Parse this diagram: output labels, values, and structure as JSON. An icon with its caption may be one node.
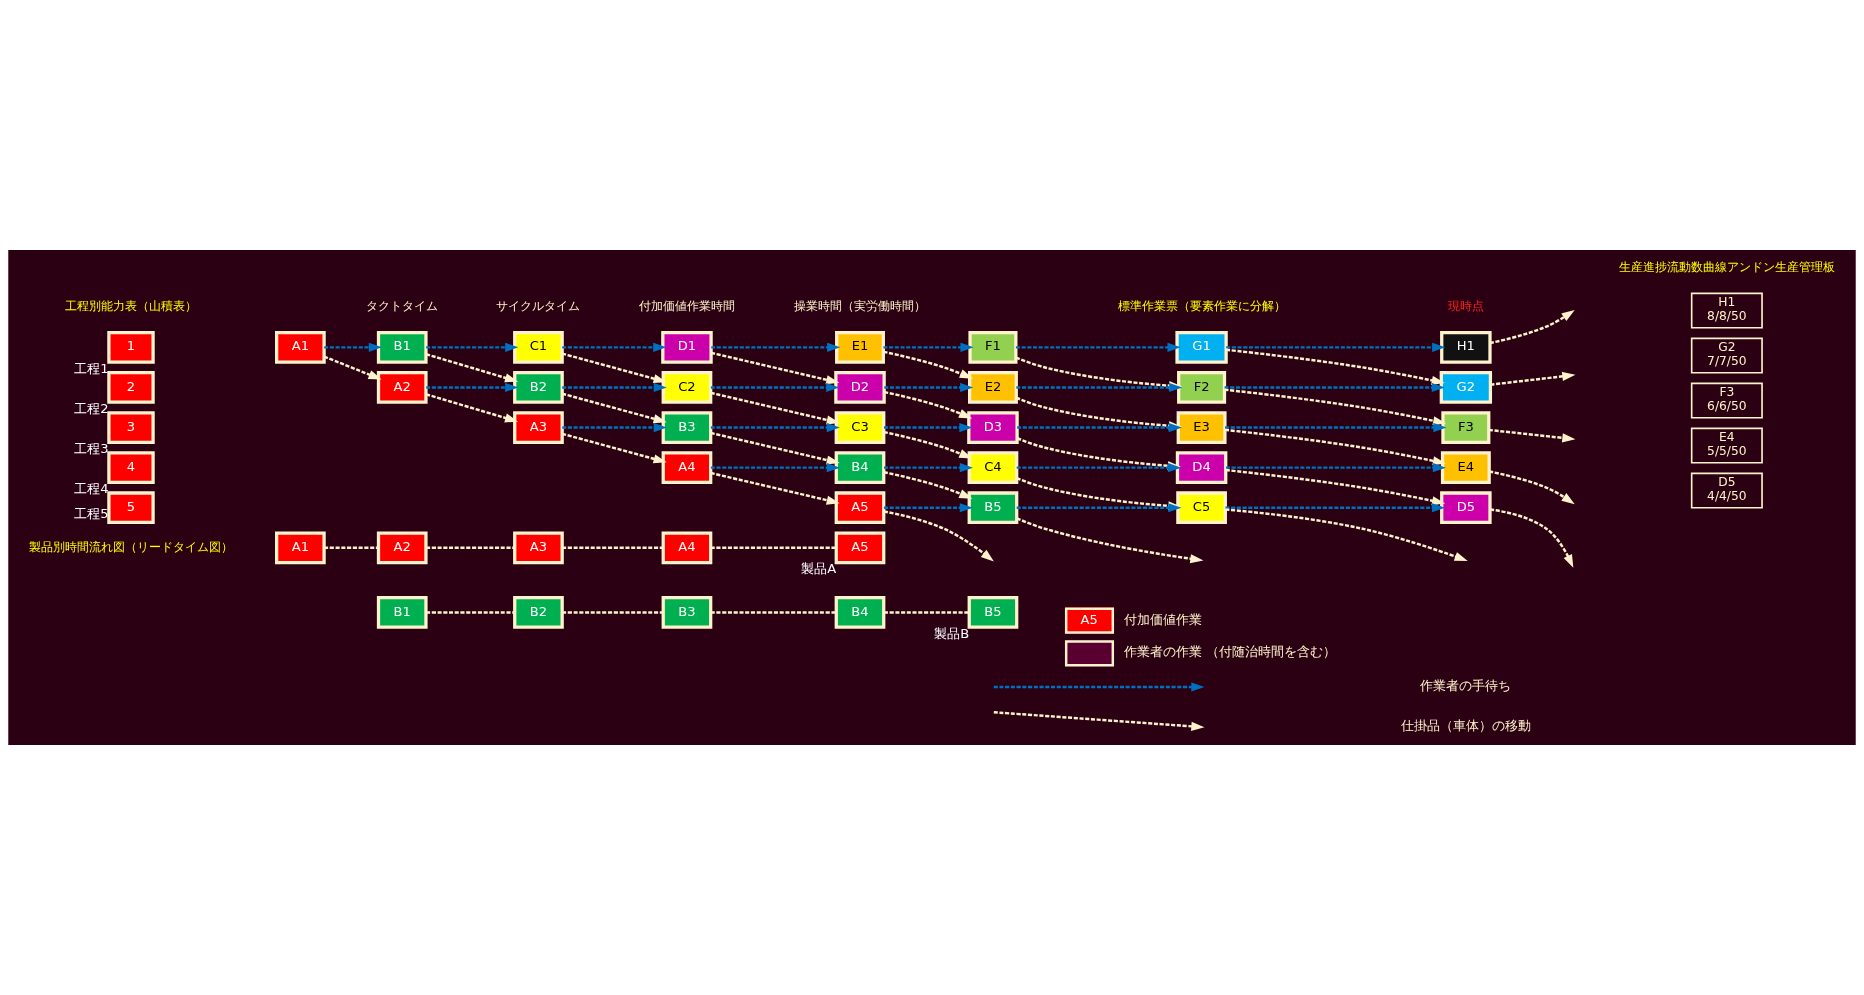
{
  "diagram": {
    "nodes": [
      {
        "text": [
          "A1"
        ]
      },
      {
        "text": [
          "B1"
        ]
      },
      {
        "text": [
          "C1"
        ]
      },
      {
        "text": [
          "D1"
        ]
      },
      {
        "text": [
          "E1"
        ]
      },
      {
        "text": [
          "F1"
        ]
      },
      {
        "text": [
          "G1"
        ]
      },
      {
        "text": [
          "H1"
        ]
      },
      {
        "text": [
          "A2"
        ]
      },
      {
        "text": [
          "B2"
        ]
      },
      {
        "text": [
          "C2"
        ]
      },
      {
        "text": [
          "D2"
        ]
      },
      {
        "text": [
          "E2"
        ]
      },
      {
        "text": [
          "F2"
        ]
      },
      {
        "text": [
          "G2"
        ]
      },
      {
        "text": [
          "A3"
        ]
      },
      {
        "text": [
          "B3"
        ]
      },
      {
        "text": [
          "C3"
        ]
      },
      {
        "text": [
          "D3"
        ]
      },
      {
        "text": [
          "E3"
        ]
      },
      {
        "text": [
          "F3"
        ]
      },
      {
        "text": [
          "A4"
        ]
      },
      {
        "text": [
          "B4"
        ]
      },
      {
        "text": [
          "C4"
        ]
      },
      {
        "text": [
          "D4"
        ]
      },
      {
        "text": [
          "E4"
        ]
      },
      {
        "text": [
          "A5"
        ]
      },
      {
        "text": [
          "B5"
        ]
      },
      {
        "text": [
          "C5"
        ]
      },
      {
        "text": [
          "D5"
        ]
      },
      {
        "text": [
          "1"
        ],
        "beside": [
          "工程1"
        ]
      },
      {
        "text": [
          "2"
        ],
        "beside": [
          "工程2"
        ]
      },
      {
        "text": [
          "3"
        ],
        "beside": [
          "工程3"
        ]
      },
      {
        "text": [
          "4"
        ],
        "beside": [
          "工程4"
        ]
      },
      {
        "text": [
          "5"
        ],
        "beside": [
          "工程5"
        ]
      },
      {
        "text": [
          "A1"
        ]
      },
      {
        "text": [
          "A2"
        ]
      },
      {
        "text": [
          "A3"
        ]
      },
      {
        "text": [
          "A4"
        ]
      },
      {
        "text": [
          "A5"
        ],
        "beside": [
          "製品A"
        ]
      },
      {
        "text": [
          "B1"
        ]
      },
      {
        "text": [
          "B2"
        ]
      },
      {
        "text": [
          "B3"
        ]
      },
      {
        "text": [
          "B4"
        ]
      },
      {
        "text": [
          "B5"
        ],
        "beside": [
          "製品B"
        ]
      }
    ],
    "edges": [
      {
        "from": 0,
        "to": 1,
        "arrow": "to",
        "style": "dashed",
        "color": "#0070c0"
      },
      {
        "from": 1,
        "to": 2,
        "arrow": "to",
        "style": "dashed",
        "color": "#0070c0"
      },
      {
        "from": 2,
        "to": 3,
        "arrow": "to",
        "style": "dashed",
        "color": "#0070c0"
      },
      {
        "from": 3,
        "to": 4,
        "arrow": "to",
        "style": "dashed",
        "color": "#0070c0"
      },
      {
        "from": 4,
        "to": 5,
        "arrow": "to",
        "style": "dashed",
        "color": "#0070c0"
      },
      {
        "from": 5,
        "to": 6,
        "arrow": "to",
        "style": "dashed",
        "color": "#0070c0"
      },
      {
        "from": 6,
        "to": 7,
        "arrow": "to",
        "style": "dashed",
        "color": "#0070c0"
      },
      {
        "from": 8,
        "to": 9,
        "arrow": "to",
        "style": "dashed",
        "color": "#0070c0"
      },
      {
        "from": 9,
        "to": 10,
        "arrow": "to",
        "style": "dashed",
        "color": "#0070c0"
      },
      {
        "from": 10,
        "to": 11,
        "arrow": "to",
        "style": "dashed",
        "color": "#0070c0"
      },
      {
        "from": 11,
        "to": 12,
        "arrow": "to",
        "style": "dashed",
        "color": "#0070c0"
      },
      {
        "from": 12,
        "to": 13,
        "arrow": "to",
        "style": "dashed",
        "color": "#0070c0"
      },
      {
        "from": 13,
        "to": 14,
        "arrow": "to",
        "style": "dashed",
        "color": "#0070c0"
      },
      {
        "from": 15,
        "to": 16,
        "arrow": "to",
        "style": "dashed",
        "color": "#0070c0"
      },
      {
        "from": 16,
        "to": 17,
        "arrow": "to",
        "style": "dashed",
        "color": "#0070c0"
      },
      {
        "from": 17,
        "to": 18,
        "arrow": "to",
        "style": "dashed",
        "color": "#0070c0"
      },
      {
        "from": 18,
        "to": 19,
        "arrow": "to",
        "style": "dashed",
        "color": "#0070c0"
      },
      {
        "from": 19,
        "to": 20,
        "arrow": "to",
        "style": "dashed",
        "color": "#0070c0"
      },
      {
        "from": 21,
        "to": 22,
        "arrow": "to",
        "style": "dashed",
        "color": "#0070c0"
      },
      {
        "from": 22,
        "to": 23,
        "arrow": "to",
        "style": "dashed",
        "color": "#0070c0"
      },
      {
        "from": 23,
        "to": 24,
        "arrow": "to",
        "style": "dashed",
        "color": "#0070c0"
      },
      {
        "from": 24,
        "to": 25,
        "arrow": "to",
        "style": "dashed",
        "color": "#0070c0"
      },
      {
        "from": 26,
        "to": 27,
        "arrow": "to",
        "style": "dashed",
        "color": "#0070c0"
      },
      {
        "from": 27,
        "to": 28,
        "arrow": "to",
        "style": "dashed",
        "color": "#0070c0"
      },
      {
        "from": 28,
        "to": 29,
        "arrow": "to",
        "style": "dashed",
        "color": "#0070c0"
      },
      {
        "from": 0,
        "to": 8,
        "arrow": "to",
        "style": "dashed"
      },
      {
        "from": 1,
        "to": 9,
        "arrow": "to",
        "style": "dashed"
      },
      {
        "from": 2,
        "to": 10,
        "arrow": "to",
        "style": "dashed"
      },
      {
        "from": 3,
        "to": 11,
        "arrow": "to",
        "style": "dashed"
      },
      {
        "from": 4,
        "to": 12,
        "arrow": "to",
        "style": "dashed"
      },
      {
        "from": 5,
        "to": 13,
        "arrow": "to",
        "style": "dashed"
      },
      {
        "from": 6,
        "to": 14,
        "arrow": "to",
        "style": "dashed"
      },
      {
        "from": 7,
        "to": null,
        "arrow": "to",
        "style": "dashed"
      },
      {
        "from": 8,
        "to": 15,
        "arrow": "to",
        "style": "dashed"
      },
      {
        "from": 9,
        "to": 16,
        "arrow": "to",
        "style": "dashed"
      },
      {
        "from": 10,
        "to": 17,
        "arrow": "to",
        "style": "dashed"
      },
      {
        "from": 11,
        "to": 18,
        "arrow": "to",
        "style": "dashed"
      },
      {
        "from": 12,
        "to": 19,
        "arrow": "to",
        "style": "dashed"
      },
      {
        "from": 13,
        "to": 20,
        "arrow": "to",
        "style": "dashed"
      },
      {
        "from": 14,
        "to": null,
        "arrow": "to",
        "style": "dashed"
      },
      {
        "from": 15,
        "to": 21,
        "arrow": "to",
        "style": "dashed"
      },
      {
        "from": 16,
        "to": 22,
        "arrow": "to",
        "style": "dashed"
      },
      {
        "from": 17,
        "to": 23,
        "arrow": "to",
        "style": "dashed"
      },
      {
        "from": 18,
        "to": 24,
        "arrow": "to",
        "style": "dashed"
      },
      {
        "from": 19,
        "to": 25,
        "arrow": "to",
        "style": "dashed"
      },
      {
        "from": 20,
        "to": null,
        "arrow": "to",
        "style": "dashed"
      },
      {
        "from": 21,
        "to": 26,
        "arrow": "to",
        "style": "dashed"
      },
      {
        "from": 22,
        "to": 27,
        "arrow": "to",
        "style": "dashed"
      },
      {
        "from": 23,
        "to": 28,
        "arrow": "to",
        "style": "dashed"
      },
      {
        "from": 24,
        "to": 29,
        "arrow": "to",
        "style": "dashed"
      },
      {
        "from": 25,
        "to": null,
        "arrow": "to",
        "style": "dashed"
      },
      {
        "from": 26,
        "to": null,
        "arrow": "to",
        "style": "dashed"
      },
      {
        "from": 27,
        "to": null,
        "arrow": "to",
        "style": "dashed"
      },
      {
        "from": 28,
        "to": null,
        "arrow": "to",
        "style": "dashed"
      },
      {
        "from": 29,
        "to": null,
        "arrow": "to",
        "style": "dashed"
      },
      {
        "from": 35,
        "to": 36,
        "arrow": "none",
        "style": "dashed"
      },
      {
        "from": 36,
        "to": 37,
        "arrow": "none",
        "style": "dashed"
      },
      {
        "from": 37,
        "to": 38,
        "arrow": "none",
        "style": "dashed"
      },
      {
        "from": 38,
        "to": 39,
        "arrow": "none",
        "style": "dashed"
      },
      {
        "from": 40,
        "to": 41,
        "arrow": "none",
        "style": "dashed"
      },
      {
        "from": 41,
        "to": 42,
        "arrow": "none",
        "style": "dashed"
      },
      {
        "from": 42,
        "to": 43,
        "arrow": "none",
        "style": "dashed"
      },
      {
        "from": 43,
        "to": 44,
        "arrow": "none",
        "style": "dashed"
      }
    ],
    "labels": [
      "工程別能力表（山積表）",
      "タクトタイム",
      "サイクルタイム",
      "付加価値作業時間",
      "操業時間（実労働時間）",
      "標準作業票（要素作業に分解）",
      "現時点",
      "生産進捗流動数曲線アンドン生産管理板",
      "H1",
      "8/8/50",
      "G2",
      "7/7/50",
      "F3",
      "6/6/50",
      "E4",
      "5/5/50",
      "D5",
      "4/4/50",
      "製品別時間流れ図（リードタイム図）",
      "A5"
    ],
    "legend": [
      {
        "text": "付加価値作業",
        "color": "#ff0000"
      },
      {
        "text": "作業者の作業 （付随治時間を含む）"
      },
      {
        "text": "作業者の手待ち"
      },
      {
        "text": "仕掛品（車体）の移動"
      }
    ]
  }
}
